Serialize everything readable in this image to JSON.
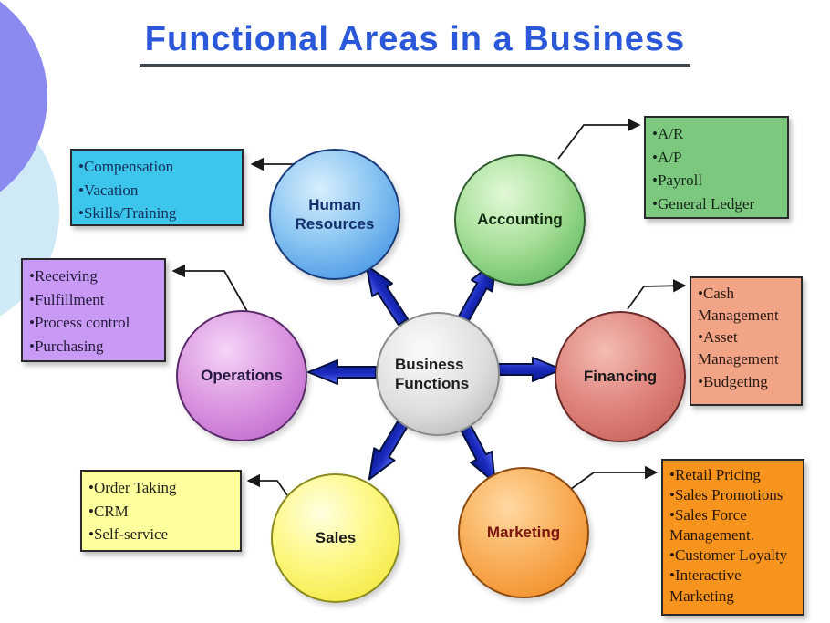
{
  "title": "Functional Areas in a Business",
  "hub": {
    "label": "Business Functions"
  },
  "nodes": [
    {
      "id": "human-resources",
      "label": "Human Resources",
      "circle_color": "#3f8fe3",
      "box_color": "#3cc6ec",
      "items": [
        "Compensation",
        "Vacation",
        "Skills/Training"
      ]
    },
    {
      "id": "accounting",
      "label": "Accounting",
      "circle_color": "#63bb66",
      "box_color": "#7dc87f",
      "items": [
        "A/R",
        "A/P",
        "Payroll",
        "General Ledger"
      ]
    },
    {
      "id": "operations",
      "label": "Operations",
      "circle_color": "#c46fd2",
      "box_color": "#c99af5",
      "items": [
        "Receiving",
        "Fulfillment",
        "Process control",
        "Purchasing"
      ]
    },
    {
      "id": "financing",
      "label": "Financing",
      "circle_color": "#cd6660",
      "box_color": "#f2a487",
      "items": [
        "Cash Management",
        "Asset Management",
        "Budgeting"
      ]
    },
    {
      "id": "sales",
      "label": "Sales",
      "circle_color": "#f3ea3e",
      "box_color": "#ffff9e",
      "items": [
        "Order Taking",
        "CRM",
        "Self-service"
      ]
    },
    {
      "id": "marketing",
      "label": "Marketing",
      "circle_color": "#f39028",
      "box_color": "#f7941e",
      "items": [
        "Retail Pricing",
        "Sales Promotions",
        "Sales Force Management.",
        "Customer Loyalty",
        "Interactive Marketing"
      ]
    }
  ],
  "colors": {
    "title_text": "#2b58d8",
    "title_underline": "#40474f",
    "hub_fill": "#d7d7d7",
    "arrow_blue": "#1b2cc1",
    "connector_line": "#1a1a1a",
    "background": "#ffffff",
    "corner_circle_periwinkle": "#8a8af0",
    "corner_circle_pale_blue": "#cfe9f7"
  }
}
